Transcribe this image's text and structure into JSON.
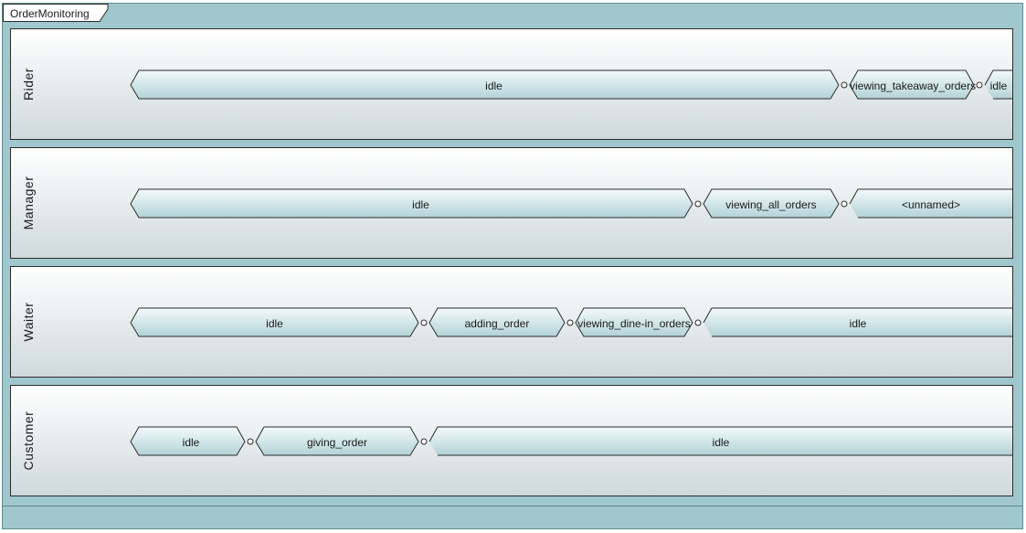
{
  "diagram": {
    "title": "OrderMonitoring",
    "lanes": [
      {
        "name": "Rider",
        "states": [
          "idle",
          "viewing_takeaway_orders",
          "idle"
        ]
      },
      {
        "name": "Manager",
        "states": [
          "idle",
          "viewing_all_orders",
          "<unnamed>"
        ]
      },
      {
        "name": "Waiter",
        "states": [
          "idle",
          "adding_order",
          "viewing_dine-in_orders",
          "idle"
        ]
      },
      {
        "name": "Customer",
        "states": [
          "idle",
          "giving_order",
          "idle"
        ]
      }
    ]
  },
  "colors": {
    "frame": "#9fc7cd",
    "state_fill_top": "#f3fafb",
    "state_fill_bottom": "#b3d3d7",
    "outline": "#2b2b2b"
  }
}
